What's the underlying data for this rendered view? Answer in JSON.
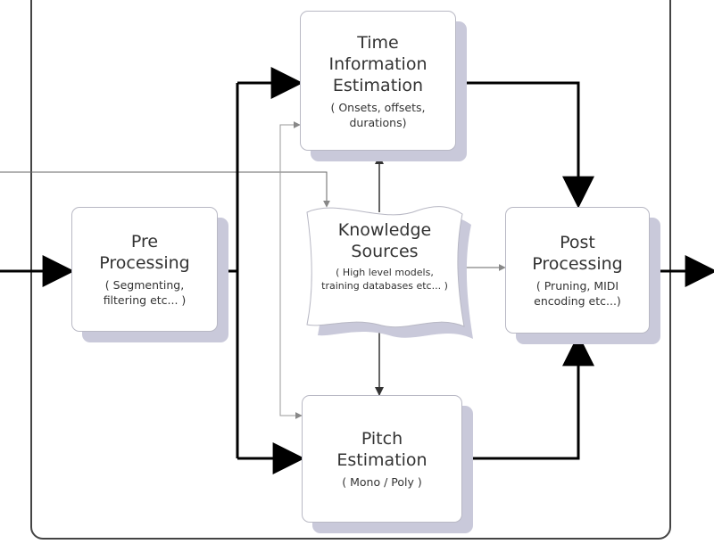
{
  "boxes": {
    "time": {
      "title": "Time Information Estimation",
      "sub": "( Onsets, offsets, durations)"
    },
    "pre": {
      "title": "Pre Processing",
      "sub": "( Segmenting, filtering etc... )"
    },
    "knowledge": {
      "title": "Knowledge Sources",
      "sub": "( High level models, training databases etc... )"
    },
    "post": {
      "title": "Post Processing",
      "sub": "( Pruning, MIDI encoding etc...)"
    },
    "pitch": {
      "title": "Pitch Estimation",
      "sub": "( Mono / Poly )"
    }
  }
}
